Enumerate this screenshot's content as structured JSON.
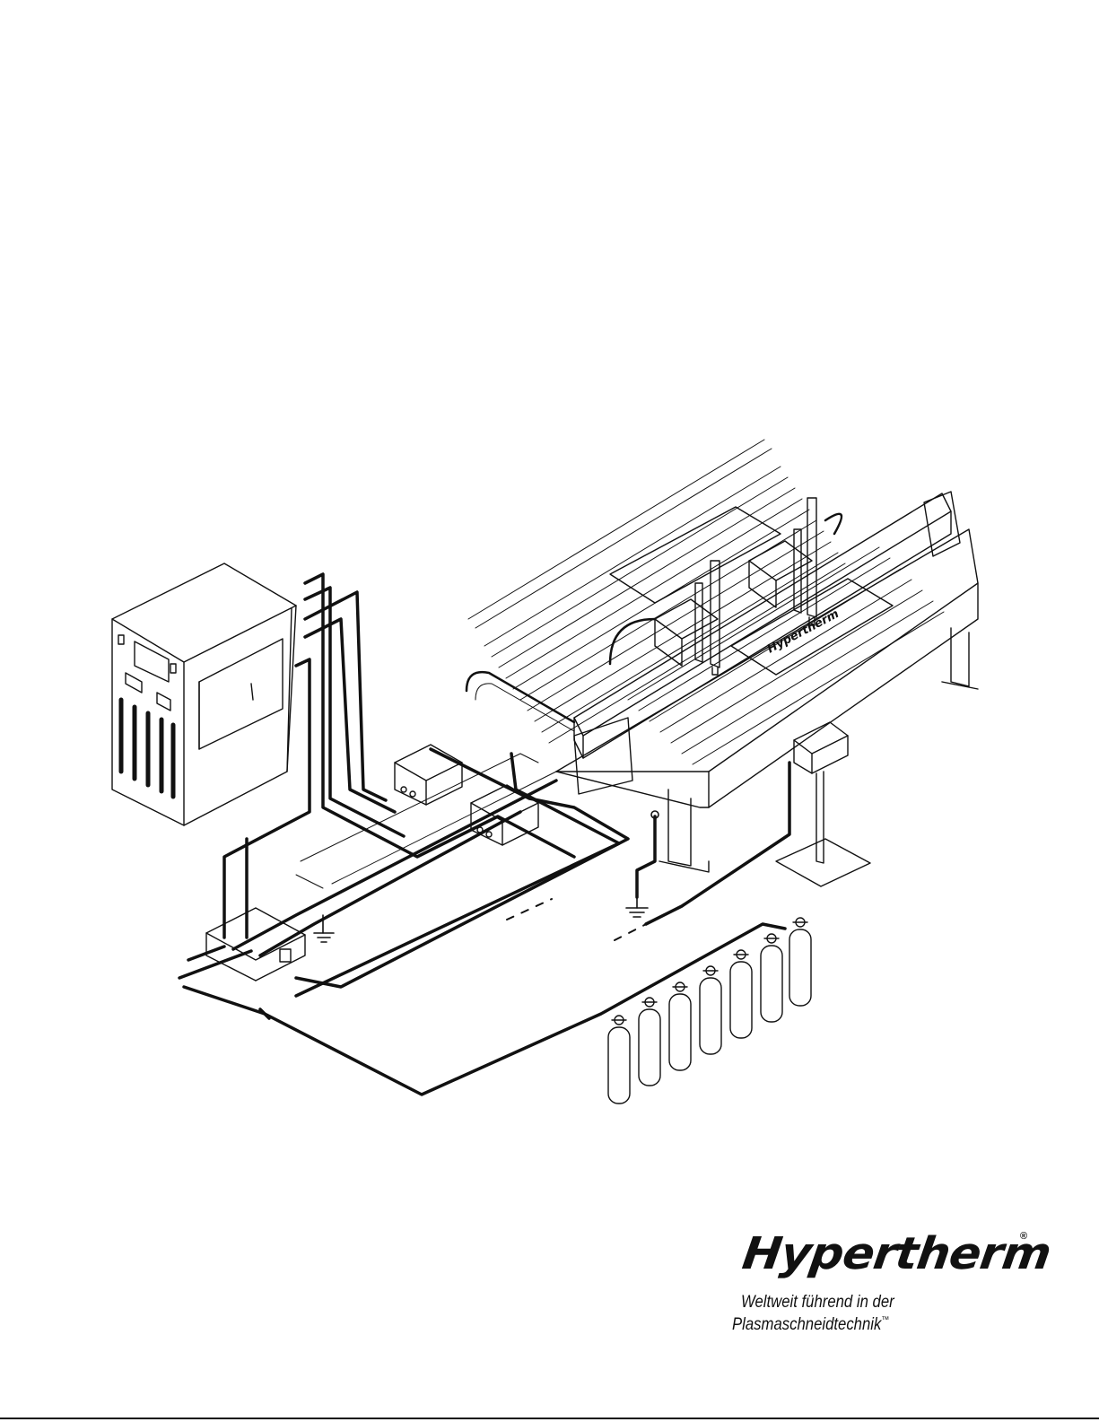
{
  "illustration": {
    "table_brand_text": "Hypertherm",
    "icons": [
      "plasma-power-supply-icon",
      "gas-console-icon",
      "ignition-console-icon",
      "cutting-table-icon",
      "torch-icon",
      "remote-control-pendant-icon",
      "gas-cylinder-icon",
      "ground-symbol-icon"
    ]
  },
  "branding": {
    "logo_text": "Hypertherm",
    "registered_mark": "®",
    "tagline_line1": "Weltweit führend in der",
    "tagline_line2": "Plasmaschneidtechnik",
    "trademark_mark": "™"
  },
  "colors": {
    "ink": "#111111",
    "paper": "#ffffff"
  }
}
